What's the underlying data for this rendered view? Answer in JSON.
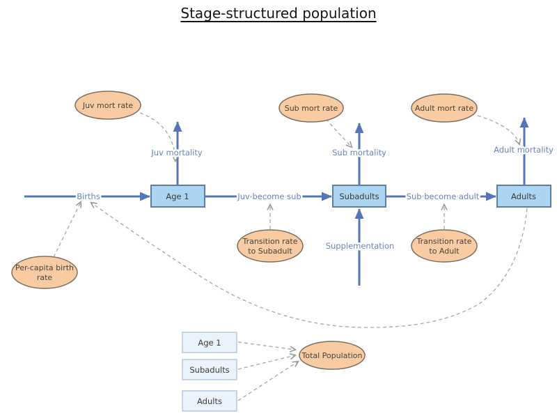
{
  "title": "Stage-structured population",
  "colors": {
    "flow_blue": "#5575B8",
    "flow_label_blue": "#6883BE",
    "stock_fill": "#ABD5F2",
    "stock_border": "#5F7E9E",
    "converter_fill": "#F8CBA3",
    "converter_border": "#7A6E60",
    "report_fill": "#EAF2FB",
    "report_border": "#B5C8DC",
    "connector_gray": "#ABABAB",
    "text_dark": "#3E3A36",
    "background": "#FFFFFF"
  },
  "stocks": {
    "age1": "Age 1",
    "subadults": "Subadults",
    "adults": "Adults"
  },
  "flows": {
    "births": "Births",
    "juv_become_sub": "Juv become sub",
    "sub_become_adult": "Sub become adult",
    "juv_mortality": "Juv mortality",
    "sub_mortality": "Sub mortality",
    "adult_mortality": "Adult mortality",
    "supplementation": "Supplementation"
  },
  "converters": {
    "juv_mort_rate": "Juv mort rate",
    "sub_mort_rate": "Sub mort rate",
    "adult_mort_rate": "Adult mort rate",
    "per_capita_birth_rate": {
      "line1": "Per-capita birth",
      "line2": "rate"
    },
    "transition_rate_subadult": {
      "line1": "Transition rate",
      "line2": "to Subadult"
    },
    "transition_rate_adult": {
      "line1": "Transition rate",
      "line2": "to Adult"
    },
    "total_population": "Total Population"
  },
  "reports": {
    "age1": "Age 1",
    "subadults": "Subadults",
    "adults": "Adults"
  }
}
